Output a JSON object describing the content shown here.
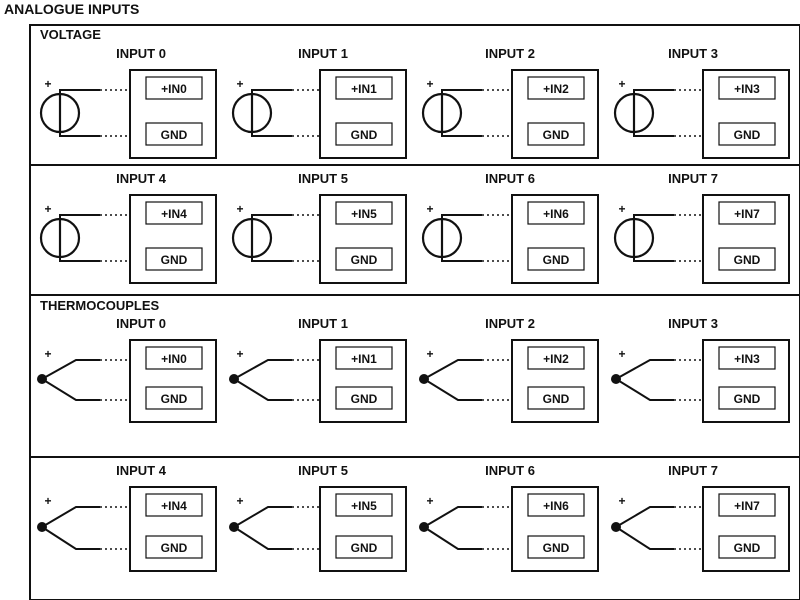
{
  "page_title": "ANALOGUE INPUTS",
  "sections": [
    {
      "label": "VOLTAGE",
      "kind": "voltage",
      "rows": [
        [
          {
            "title": "INPUT 0",
            "pos_label": "+IN0",
            "gnd_label": "GND",
            "polarity": "+"
          },
          {
            "title": "INPUT 1",
            "pos_label": "+IN1",
            "gnd_label": "GND",
            "polarity": "+"
          },
          {
            "title": "INPUT 2",
            "pos_label": "+IN2",
            "gnd_label": "GND",
            "polarity": "+"
          },
          {
            "title": "INPUT 3",
            "pos_label": "+IN3",
            "gnd_label": "GND",
            "polarity": "+"
          }
        ],
        [
          {
            "title": "INPUT 4",
            "pos_label": "+IN4",
            "gnd_label": "GND",
            "polarity": "+"
          },
          {
            "title": "INPUT 5",
            "pos_label": "+IN5",
            "gnd_label": "GND",
            "polarity": "+"
          },
          {
            "title": "INPUT 6",
            "pos_label": "+IN6",
            "gnd_label": "GND",
            "polarity": "+"
          },
          {
            "title": "INPUT 7",
            "pos_label": "+IN7",
            "gnd_label": "GND",
            "polarity": "+"
          }
        ]
      ]
    },
    {
      "label": "THERMOCOUPLES",
      "kind": "thermocouple",
      "rows": [
        [
          {
            "title": "INPUT 0",
            "pos_label": "+IN0",
            "gnd_label": "GND",
            "polarity": "+"
          },
          {
            "title": "INPUT 1",
            "pos_label": "+IN1",
            "gnd_label": "GND",
            "polarity": "+"
          },
          {
            "title": "INPUT 2",
            "pos_label": "+IN2",
            "gnd_label": "GND",
            "polarity": "+"
          },
          {
            "title": "INPUT 3",
            "pos_label": "+IN3",
            "gnd_label": "GND",
            "polarity": "+"
          }
        ],
        [
          {
            "title": "INPUT 4",
            "pos_label": "+IN4",
            "gnd_label": "GND",
            "polarity": "+"
          },
          {
            "title": "INPUT 5",
            "pos_label": "+IN5",
            "gnd_label": "GND",
            "polarity": "+"
          },
          {
            "title": "INPUT 6",
            "pos_label": "+IN6",
            "gnd_label": "GND",
            "polarity": "+"
          },
          {
            "title": "INPUT 7",
            "pos_label": "+IN7",
            "gnd_label": "GND",
            "polarity": "+"
          }
        ]
      ]
    }
  ],
  "icons": {
    "voltage": "voltage-source-icon",
    "thermocouple": "thermocouple-icon"
  },
  "colors": {
    "line": "#111111",
    "background": "#ffffff"
  }
}
